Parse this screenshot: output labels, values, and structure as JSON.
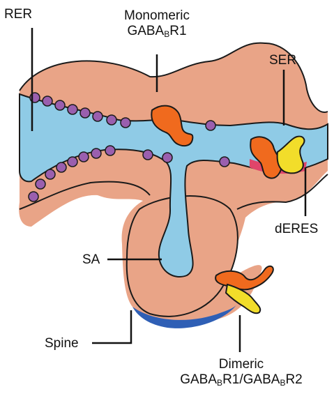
{
  "labels": {
    "rer": "RER",
    "monomeric_line1": "Monomeric",
    "monomeric_gaba_prefix": "GABA",
    "monomeric_gaba_sub": "B",
    "monomeric_gaba_suffix": "R1",
    "ser": "SER",
    "deres": "dERES",
    "sa": "SA",
    "spine": "Spine",
    "dimeric_line1": "Dimeric",
    "dimeric_a_prefix": "GABA",
    "dimeric_a_sub": "B",
    "dimeric_a_suffix": "R1/GABA",
    "dimeric_b_sub": "B",
    "dimeric_b_suffix": "R2"
  },
  "colors": {
    "cytoplasm": "#e9a487",
    "er_lumen": "#8fcbe6",
    "ribosome": "#9a5fae",
    "receptor_orange": "#f06a1e",
    "receptor_yellow": "#f2dd2a",
    "deres_pink": "#e0456a",
    "spine_membrane": "#2f5fb5",
    "outline": "#1a1a1a"
  }
}
